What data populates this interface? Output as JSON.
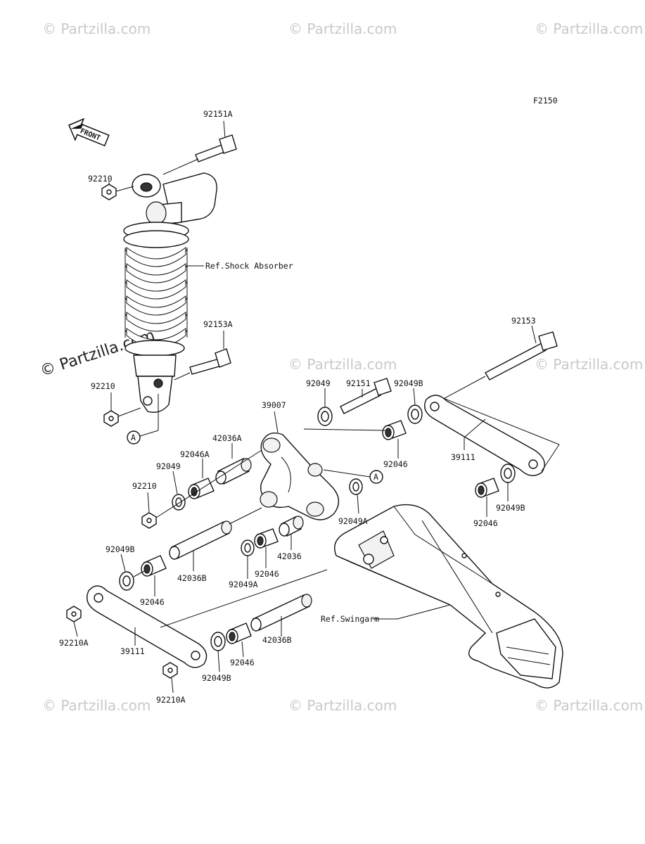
{
  "figure_code": "F2150",
  "front_label": "FRONT",
  "watermark": "© Partzilla.com",
  "labels": {
    "bolt_top": "92151A",
    "nut_top": "92210",
    "ref_shock": "Ref.Shock Absorber",
    "bolt_mid": "92153A",
    "nut_mid": "92210",
    "ref_a_left": "A",
    "bracket": "39007",
    "sleeve_a": "42036A",
    "bearing_a": "92046A",
    "washer_left": "92049",
    "nut_left": "92210",
    "washer_top": "92049",
    "bolt_92151": "92151",
    "washer_b_top": "92049B",
    "bearing_top": "92046",
    "ref_a_right": "A",
    "washer_a_mid": "92049A",
    "bolt_long": "92153",
    "rod_right": "39111",
    "washer_b_right": "92049B",
    "bearing_right": "92046",
    "washer_b_left": "92049B",
    "sleeve_b_mid": "42036B",
    "bearing_mid_left": "92046",
    "washer_a_low": "92049A",
    "bearing_low": "92046",
    "collar": "42036",
    "nut_a_left": "92210A",
    "rod_left": "39111",
    "ref_swingarm": "Ref.Swingarm",
    "sleeve_b_low": "42036B",
    "bearing_bottom": "92046",
    "washer_b_bottom": "92049B",
    "nut_a_bottom": "92210A"
  }
}
